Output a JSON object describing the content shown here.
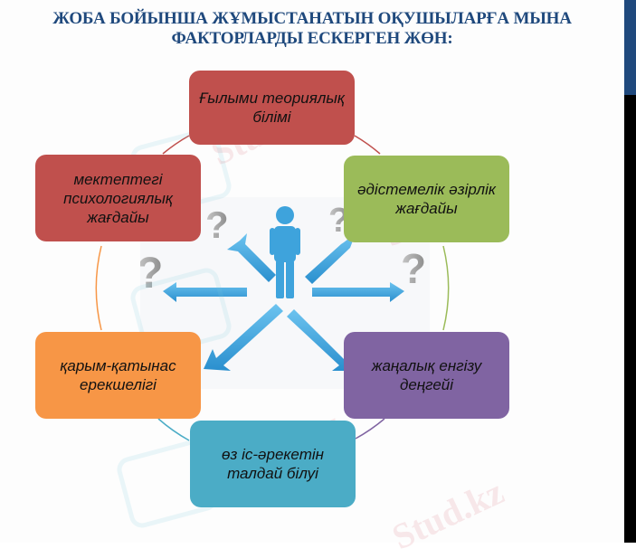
{
  "title": {
    "line1": "ЖОБА БОЙЫНША ЖҰМЫСТАНАТЫН ОҚУШЫЛАРҒА МЫНА",
    "line2": "ФАКТОРЛАРДЫ  ЕСКЕРГЕН ЖӨН:"
  },
  "colors": {
    "title": "#1f497d",
    "side_bar_top": "#1f497d",
    "side_bar_bottom": "#000000"
  },
  "factors": [
    {
      "label": "Ғылыми теориялық білімі",
      "color": "#c0504d",
      "position": "top"
    },
    {
      "label": "әдістемелік әзірлік жағдайы",
      "color": "#9bbb59",
      "position": "top-right"
    },
    {
      "label": "жаңалық енгізу деңгейі",
      "color": "#8064a2",
      "position": "bottom-right"
    },
    {
      "label": "өз іс-әрекетін талдай білуі",
      "color": "#4bacc6",
      "position": "bottom"
    },
    {
      "label": "қарым-қатынас ерекшелігі",
      "color": "#f79646",
      "position": "bottom-left"
    },
    {
      "label": "мектептегі психологиялық жағдайы",
      "color": "#c0504d",
      "position": "top-left"
    }
  ],
  "center_image": {
    "icon": "person-with-arrows-and-question-marks-icon",
    "arrow_count": 6,
    "question_mark_count": 5
  },
  "watermarks": [
    "Stud.kz",
    "Stud.kz",
    "Stud.kz",
    "Stud.kz"
  ]
}
